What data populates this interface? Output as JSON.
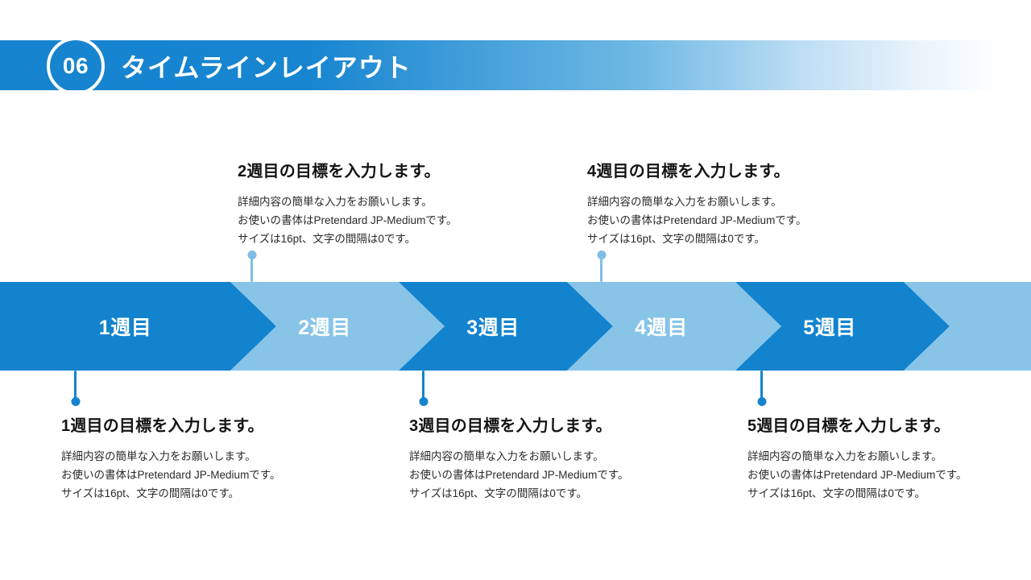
{
  "header": {
    "number": "06",
    "title": "タイムラインレイアウト",
    "accent_color": "#1383CE",
    "gradient_end_color": "#FFFFFF"
  },
  "timeline": {
    "colors": {
      "dark": "#1383CE",
      "light": "#87C4E8",
      "label": "#FFFFFF",
      "connector_up": "#7FBDE4",
      "connector_down": "#1383CE"
    },
    "steps": [
      {
        "label": "1週目",
        "tone": "dark"
      },
      {
        "label": "2週目",
        "tone": "light"
      },
      {
        "label": "3週目",
        "tone": "dark"
      },
      {
        "label": "4週目",
        "tone": "light"
      },
      {
        "label": "5週目",
        "tone": "dark"
      }
    ]
  },
  "blocks": [
    {
      "id": "week1",
      "position": "below",
      "title": "1週目の目標を入力します。",
      "lines": [
        "詳細内容の簡単な入力をお願いします。",
        "お使いの書体はPretendard JP-Mediumです。",
        "サイズは16pt、文字の間隔は0です。"
      ]
    },
    {
      "id": "week2",
      "position": "above",
      "title": "2週目の目標を入力します。",
      "lines": [
        "詳細内容の簡単な入力をお願いします。",
        "お使いの書体はPretendard JP-Mediumです。",
        "サイズは16pt、文字の間隔は0です。"
      ]
    },
    {
      "id": "week3",
      "position": "below",
      "title": "3週目の目標を入力します。",
      "lines": [
        "詳細内容の簡単な入力をお願いします。",
        "お使いの書体はPretendard JP-Mediumです。",
        "サイズは16pt、文字の間隔は0です。"
      ]
    },
    {
      "id": "week4",
      "position": "above",
      "title": "4週目の目標を入力します。",
      "lines": [
        "詳細内容の簡単な入力をお願いします。",
        "お使いの書体はPretendard JP-Mediumです。",
        "サイズは16pt、文字の間隔は0です。"
      ]
    },
    {
      "id": "week5",
      "position": "below",
      "title": "5週目の目標を入力します。",
      "lines": [
        "詳細内容の簡単な入力をお願いします。",
        "お使いの書体はPretendard JP-Mediumです。",
        "サイズは16pt、文字の間隔は0です。"
      ]
    }
  ]
}
